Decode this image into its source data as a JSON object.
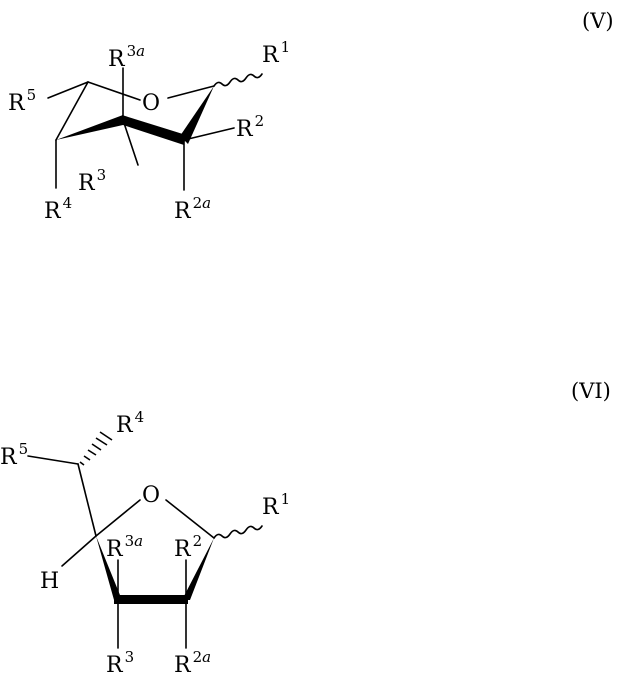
{
  "figure": {
    "formula_v": {
      "tag": "(V)",
      "ring_atom": "O",
      "groups": [
        {
          "base": "R",
          "sup": "1",
          "sup_it": ""
        },
        {
          "base": "R",
          "sup": "2",
          "sup_it": ""
        },
        {
          "base": "R",
          "sup": "2",
          "sup_it": "a"
        },
        {
          "base": "R",
          "sup": "3",
          "sup_it": ""
        },
        {
          "base": "R",
          "sup": "3",
          "sup_it": "a"
        },
        {
          "base": "R",
          "sup": "4",
          "sup_it": ""
        },
        {
          "base": "R",
          "sup": "5",
          "sup_it": ""
        }
      ]
    },
    "formula_vi": {
      "tag": "(VI)",
      "ring_atom": "O",
      "hydrogen": "H",
      "groups": [
        {
          "base": "R",
          "sup": "1",
          "sup_it": ""
        },
        {
          "base": "R",
          "sup": "2",
          "sup_it": ""
        },
        {
          "base": "R",
          "sup": "2",
          "sup_it": "a"
        },
        {
          "base": "R",
          "sup": "3",
          "sup_it": ""
        },
        {
          "base": "R",
          "sup": "3",
          "sup_it": "a"
        },
        {
          "base": "R",
          "sup": "4",
          "sup_it": ""
        },
        {
          "base": "R",
          "sup": "5",
          "sup_it": ""
        }
      ]
    }
  }
}
